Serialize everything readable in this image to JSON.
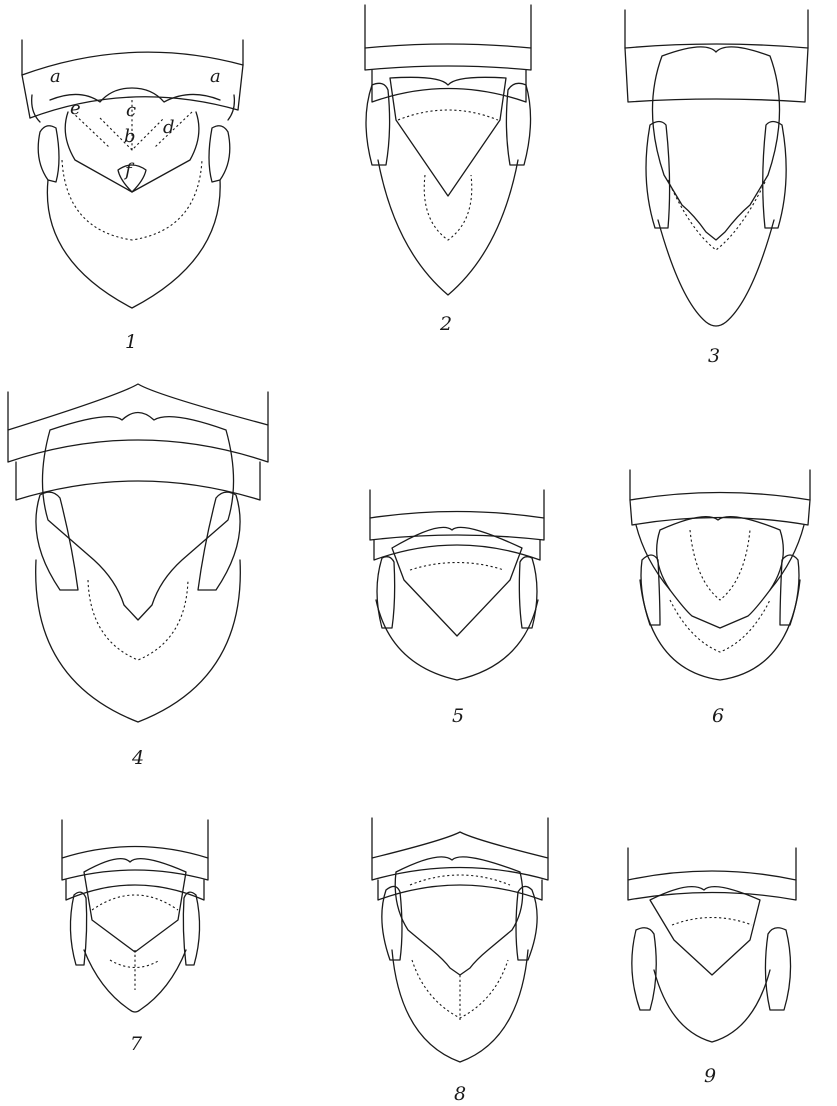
{
  "figures": [
    {
      "number": "1",
      "labels": {
        "a_left": "a",
        "a_right": "a",
        "e": "e",
        "c": "c",
        "b": "b",
        "d": "d",
        "f": "f"
      }
    },
    {
      "number": "2"
    },
    {
      "number": "3"
    },
    {
      "number": "4"
    },
    {
      "number": "5"
    },
    {
      "number": "6"
    },
    {
      "number": "7"
    },
    {
      "number": "8"
    },
    {
      "number": "9"
    }
  ]
}
